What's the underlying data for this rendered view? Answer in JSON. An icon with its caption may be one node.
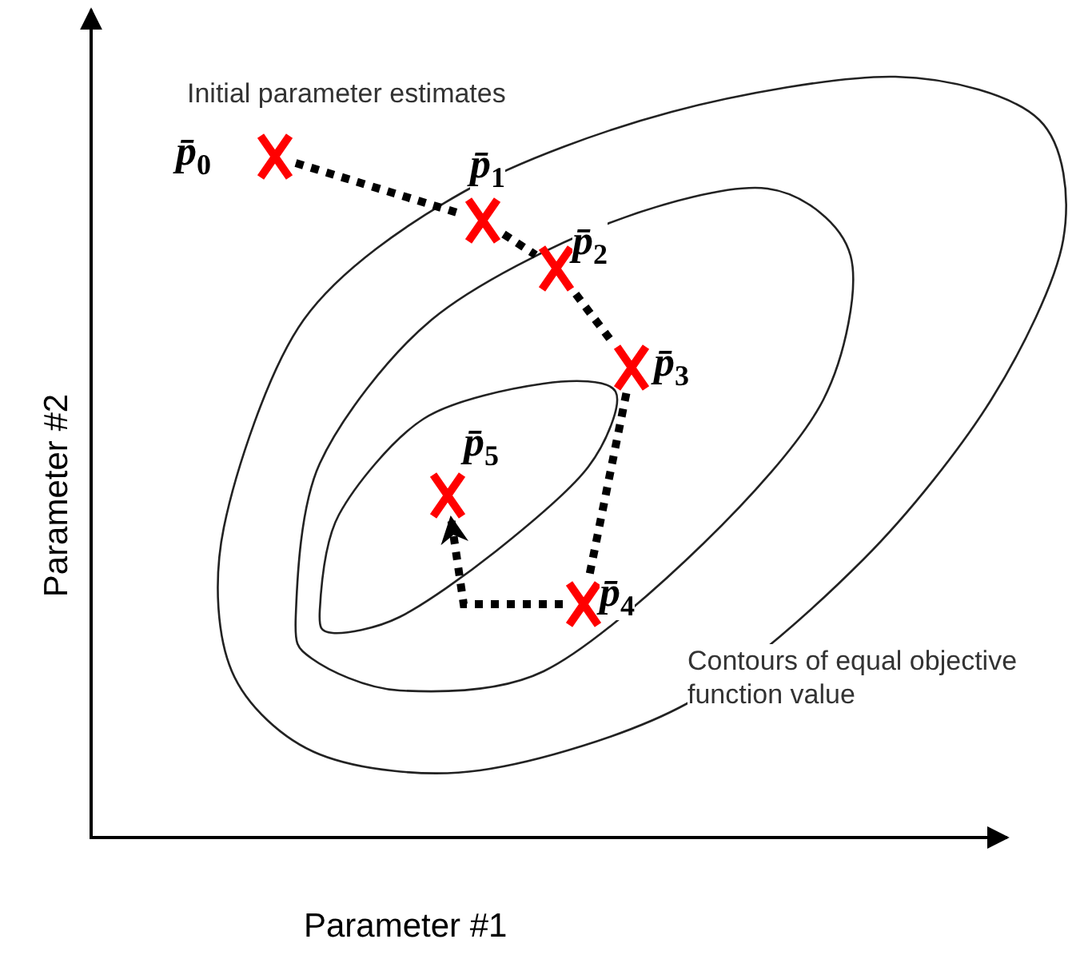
{
  "diagram": {
    "nodes": [
      {
        "text": [],
        "shape": "cross",
        "beside": [
          "p̄$_{0}$"
        ]
      },
      {
        "text": [],
        "shape": "cross",
        "beside": [
          "p̄$_{1}$"
        ]
      },
      {
        "text": [],
        "shape": "cross",
        "beside": [
          "p̄$_{2}$"
        ]
      },
      {
        "text": [],
        "shape": "cross",
        "beside": [
          "p̄$_{3}$"
        ]
      },
      {
        "text": [],
        "shape": "cross",
        "beside": [
          "p̄$_{4}$"
        ]
      },
      {
        "text": [],
        "shape": "cross",
        "beside": [
          "p̄$_{5}$"
        ]
      }
    ],
    "edges": [
      {
        "from": 0,
        "to": 1,
        "arrow": "none",
        "style": "dashed"
      },
      {
        "from": 1,
        "to": 2,
        "arrow": "none",
        "style": "dashed"
      },
      {
        "from": 2,
        "to": 3,
        "arrow": "none",
        "style": "dashed"
      },
      {
        "from": 3,
        "to": 4,
        "arrow": "none",
        "style": "dashed"
      },
      {
        "from": 4,
        "to": 5,
        "arrow": "to",
        "style": "dashed"
      }
    ],
    "labels": [
      "Initial parameter estimates",
      "Parameter #2",
      "Contours of equal objective function value",
      "Parameter #1"
    ]
  }
}
